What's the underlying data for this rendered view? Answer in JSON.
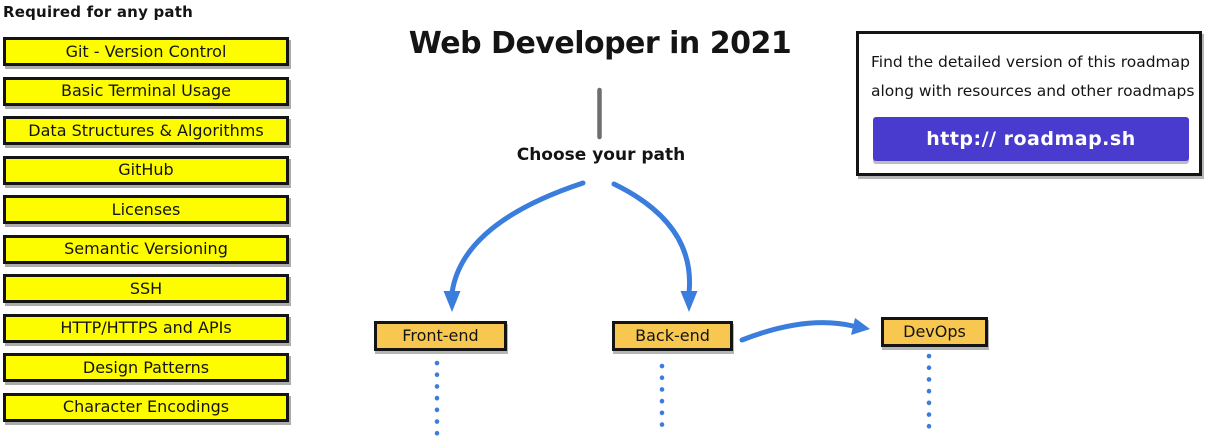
{
  "page": {
    "title": "Web Developer in 2021",
    "choose_path_label": "Choose your path"
  },
  "required_section": {
    "heading": "Required for any path",
    "items": [
      "Git - Version Control",
      "Basic Terminal Usage",
      "Data Structures & Algorithms",
      "GitHub",
      "Licenses",
      "Semantic Versioning",
      "SSH",
      "HTTP/HTTPS and APIs",
      "Design Patterns",
      "Character Encodings"
    ]
  },
  "paths": {
    "nodes": [
      {
        "label": "Front-end"
      },
      {
        "label": "Back-end"
      },
      {
        "label": "DevOps"
      }
    ]
  },
  "info_panel": {
    "line1": "Find the detailed version of this roadmap",
    "line2": "along with resources and other roadmaps",
    "button_label": "http:// roadmap.sh"
  },
  "colors": {
    "topic_fill": "#FDFD00",
    "node_fill": "#F7C74F",
    "connector_blue": "#3B7DDD",
    "button_bg": "#4A3BCF",
    "button_text": "#FFFFFF",
    "stem_gray": "#6E6E6E",
    "ink": "#141414"
  }
}
